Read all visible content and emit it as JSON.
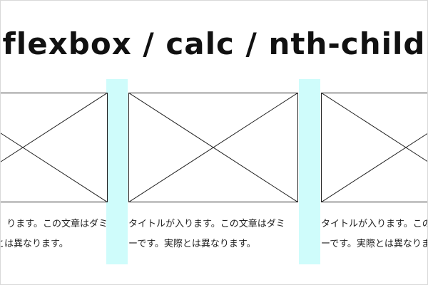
{
  "title": "flexbox / calc / nth-child",
  "colors": {
    "gutter": "#cffcfb",
    "border": "#222222",
    "text": "#111111"
  },
  "placeholder_icon": "crossed-box-image-placeholder",
  "cards": [
    {
      "caption_line1": "ります。この文章はダミ",
      "caption_line2": "とは異なります。"
    },
    {
      "caption_line1": "タイトルが入ります。この文章はダミ",
      "caption_line2": "ーです。実際とは異なります。"
    },
    {
      "caption_line1": "タイトルが入ります。この文章はダミ",
      "caption_line2": "ーです。実際とは異なります。"
    }
  ]
}
